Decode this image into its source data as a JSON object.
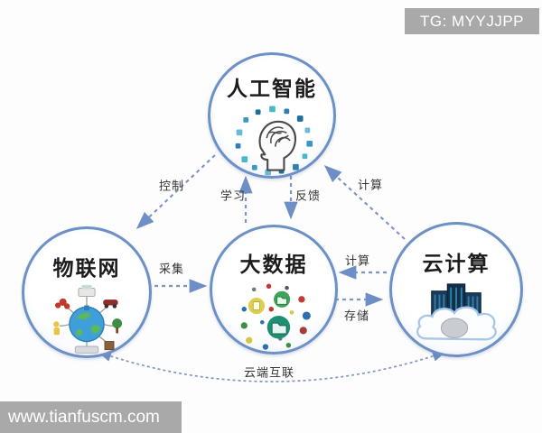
{
  "watermarks": {
    "top_right": "TG: MYYJJPP",
    "bottom_left": "www.tianfuscm.com"
  },
  "diagram": {
    "nodes": [
      {
        "id": "ai",
        "label": "人工智能",
        "icon": "brain-head-icon"
      },
      {
        "id": "iot",
        "label": "物联网",
        "icon": "iot-globe-icon"
      },
      {
        "id": "bigdata",
        "label": "大数据",
        "icon": "data-dots-icon"
      },
      {
        "id": "cloud",
        "label": "云计算",
        "icon": "cloud-servers-icon"
      }
    ],
    "edges": [
      {
        "label": "控制",
        "from": "人工智能",
        "to": "物联网",
        "bidirectional": false
      },
      {
        "label": "学习",
        "from": "大数据",
        "to": "人工智能",
        "bidirectional": false
      },
      {
        "label": "反馈",
        "from": "人工智能",
        "to": "大数据",
        "bidirectional": false
      },
      {
        "label": "计算",
        "from": "云计算",
        "to": "人工智能",
        "bidirectional": false
      },
      {
        "label": "采集",
        "from": "物联网",
        "to": "大数据",
        "bidirectional": false
      },
      {
        "label": "计算",
        "from": "云计算",
        "to": "大数据",
        "bidirectional": false
      },
      {
        "label": "存储",
        "from": "大数据",
        "to": "云计算",
        "bidirectional": false
      },
      {
        "label": "云端互联",
        "from": "物联网",
        "to": "云计算",
        "bidirectional": true
      }
    ]
  },
  "colors": {
    "node_border": "#6d90c5",
    "arrow": "#8096c2",
    "arrowhead": "#6e8fc6",
    "watermark_bg": "#a9a9a9",
    "watermark_text": "#ffffff"
  }
}
